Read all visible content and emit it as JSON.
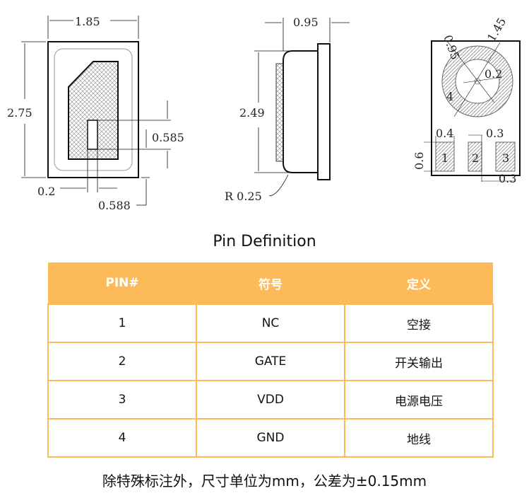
{
  "drawing": {
    "top_view": {
      "width": "1.85",
      "height": "2.75",
      "window_height": "0.585",
      "offset": "0.2",
      "window_offset": "0.588"
    },
    "side_view": {
      "thickness": "0.95",
      "height": "2.49",
      "radius": "R 0.25"
    },
    "bottom_view": {
      "inner_dia": "0.95",
      "outer_dia": "1.45",
      "hole": "0.2",
      "pad_label_4": "4",
      "pad_width": "0.4",
      "pad_gap": "0.3",
      "pad_height": "0.6",
      "pad_spacing": "0.3",
      "pads": [
        "1",
        "2",
        "3"
      ]
    }
  },
  "title": "Pin Definition",
  "table": {
    "headers": [
      "PIN#",
      "符号",
      "定义"
    ],
    "rows": [
      [
        "1",
        "NC",
        "空接"
      ],
      [
        "2",
        "GATE",
        "开关输出"
      ],
      [
        "3",
        "VDD",
        "电源电压"
      ],
      [
        "4",
        "GND",
        "地线"
      ]
    ]
  },
  "footer": "除特殊标注外，尺寸单位为mm，公差为±0.15mm",
  "colors": {
    "header": "#FDBA58"
  }
}
